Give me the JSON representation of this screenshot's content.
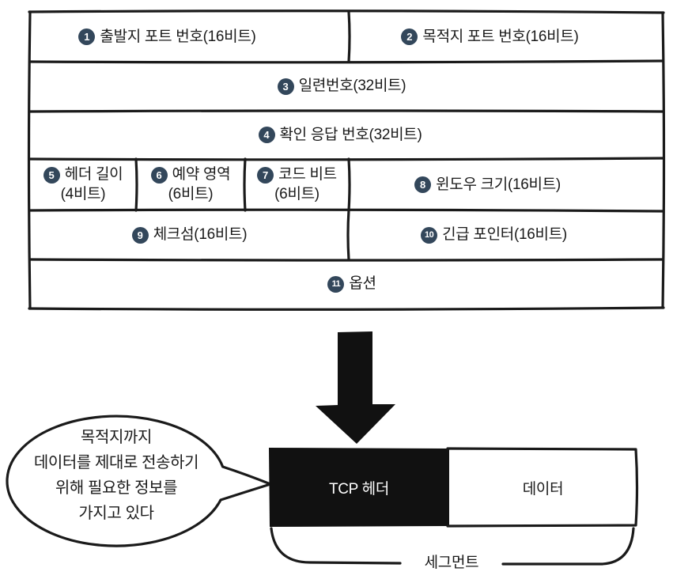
{
  "tcp_header_fields": [
    {
      "number": "1",
      "label": "출발지 포트 번호(16비트)"
    },
    {
      "number": "2",
      "label": "목적지 포트 번호(16비트)"
    },
    {
      "number": "3",
      "label": "일련번호(32비트)"
    },
    {
      "number": "4",
      "label": "확인 응답 번호(32비트)"
    },
    {
      "number": "5",
      "label": "헤더 길이",
      "label_line2": "(4비트)"
    },
    {
      "number": "6",
      "label": "예약 영역",
      "label_line2": "(6비트)"
    },
    {
      "number": "7",
      "label": "코드 비트",
      "label_line2": "(6비트)"
    },
    {
      "number": "8",
      "label": "윈도우 크기(16비트)"
    },
    {
      "number": "9",
      "label": "체크섬(16비트)"
    },
    {
      "number": "10",
      "label": "긴급 포인터(16비트)"
    },
    {
      "number": "11",
      "label": "옵션"
    }
  ],
  "speech_bubble": {
    "lines": [
      "목적지까지",
      "데이터를 제대로 전송하기",
      "위해 필요한 정보를",
      "가지고 있다"
    ]
  },
  "segment": {
    "header_label": "TCP 헤더",
    "data_label": "데이터",
    "name_label": "세그먼트"
  },
  "colors": {
    "number_marker": "#33475b",
    "line": "#1a1a1a",
    "header_fill": "#111111",
    "header_text": "#ffffff"
  }
}
